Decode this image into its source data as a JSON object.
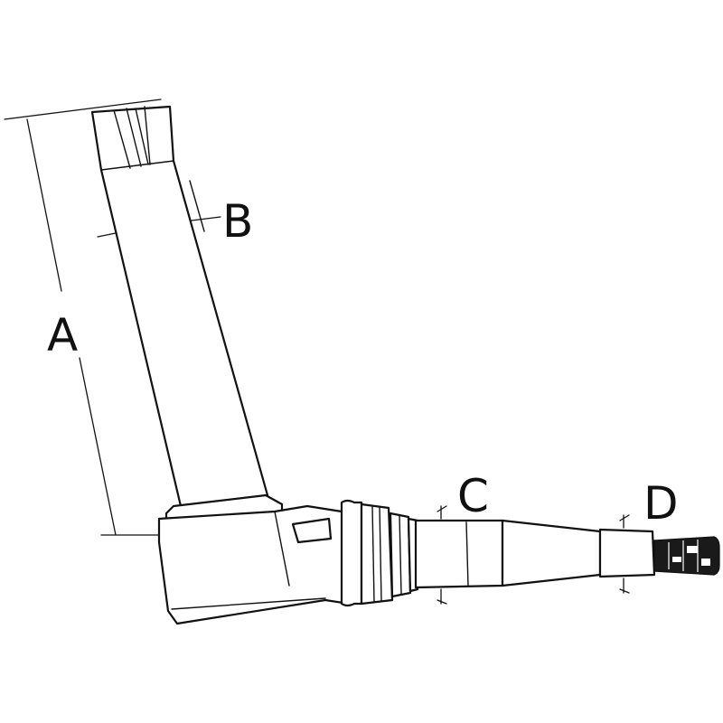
{
  "diagram": {
    "labels": {
      "a": "A",
      "b": "B",
      "c": "C",
      "d": "D"
    },
    "colors": {
      "line": "#111111",
      "background": "#ffffff"
    }
  }
}
